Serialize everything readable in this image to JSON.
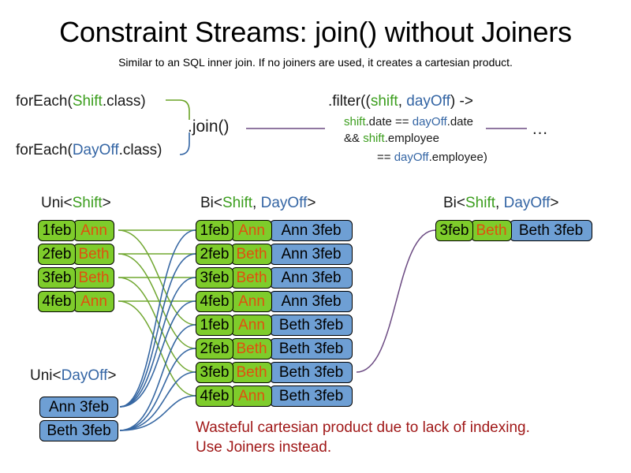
{
  "slide": {
    "title": "Constraint Streams: join() without Joiners",
    "subtitle": "Similar to an SQL inner join. If no joiners are used, it creates a cartesian product.",
    "warning_line1": "Wasteful cartesian product due to lack of indexing.",
    "warning_line2": "Use Joiners instead."
  },
  "colors": {
    "shift_green": "#3c9e1e",
    "dayoff_blue": "#3465a4",
    "box_green": "#7ecc2b",
    "box_blue": "#6e9fd4",
    "employee_orange": "#e0500f",
    "warning_red": "#a01818",
    "wire_green": "#6aa327",
    "wire_blue": "#2c5f9e",
    "wire_purple": "#6b4a82"
  },
  "code": {
    "foreach_shift": {
      "pre": "forEach(",
      "type": "Shift",
      "post": ".class)"
    },
    "foreach_dayoff": {
      "pre": "forEach(",
      "type": "DayOff",
      "post": ".class)"
    },
    "join": ".join()",
    "ellipsis": "…",
    "filter": {
      "line1_a": ".filter((",
      "line1_shift": "shift",
      "line1_comma": ", ",
      "line1_dayoff": "dayOff",
      "line1_b": ") ->",
      "line2_shift": "shift",
      "line2_mid": ".date == ",
      "line2_dayoff": "dayOff",
      "line2_end": ".date",
      "line3_a": "&& ",
      "line3_shift": "shift",
      "line3_b": ".employee",
      "line4_a": "== ",
      "line4_dayoff": "dayOff",
      "line4_b": ".employee)"
    }
  },
  "streams": {
    "uni_shift": {
      "pre": "Uni<",
      "type": "Shift",
      "post": ">"
    },
    "uni_dayoff": {
      "pre": "Uni<",
      "type": "DayOff",
      "post": ">"
    },
    "bi_middle": {
      "pre": "Bi<",
      "type1": "Shift",
      "sep": ", ",
      "type2": "DayOff",
      "post": ">"
    },
    "bi_right": {
      "pre": "Bi<",
      "type1": "Shift",
      "sep": ", ",
      "type2": "DayOff",
      "post": ">"
    }
  },
  "shifts": [
    {
      "date": "1feb",
      "employee": "Ann"
    },
    {
      "date": "2feb",
      "employee": "Beth"
    },
    {
      "date": "3feb",
      "employee": "Beth"
    },
    {
      "date": "4feb",
      "employee": "Ann"
    }
  ],
  "dayoffs": [
    {
      "label": "Ann 3feb"
    },
    {
      "label": "Beth 3feb"
    }
  ],
  "cartesian": [
    {
      "date": "1feb",
      "employee": "Ann",
      "dayoff": "Ann 3feb"
    },
    {
      "date": "2feb",
      "employee": "Beth",
      "dayoff": "Ann 3feb"
    },
    {
      "date": "3feb",
      "employee": "Beth",
      "dayoff": "Ann 3feb"
    },
    {
      "date": "4feb",
      "employee": "Ann",
      "dayoff": "Ann 3feb"
    },
    {
      "date": "1feb",
      "employee": "Ann",
      "dayoff": "Beth 3feb"
    },
    {
      "date": "2feb",
      "employee": "Beth",
      "dayoff": "Beth 3feb"
    },
    {
      "date": "3feb",
      "employee": "Beth",
      "dayoff": "Beth 3feb"
    },
    {
      "date": "4feb",
      "employee": "Ann",
      "dayoff": "Beth 3feb"
    }
  ],
  "filtered": [
    {
      "date": "3feb",
      "employee": "Beth",
      "dayoff": "Beth 3feb"
    }
  ]
}
